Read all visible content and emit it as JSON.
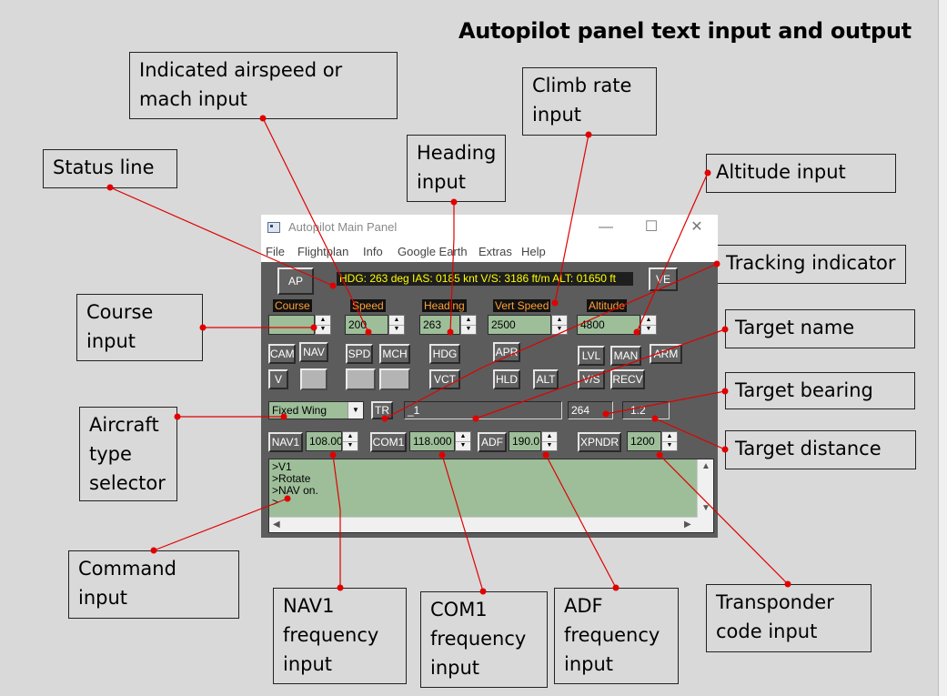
{
  "title": "Autopilot panel text input and output",
  "callouts": {
    "status_line": "Status line",
    "airspeed": "Indicated airspeed or\nmach input",
    "heading": "Heading\ninput",
    "climb_rate": "Climb rate\ninput",
    "altitude": "Altitude input",
    "tracking": "Tracking indicator",
    "target_name": "Target name",
    "target_bearing": "Target bearing",
    "target_distance": "Target distance",
    "course": "Course\ninput",
    "aircraft_type": "Aircraft\ntype\nselector",
    "command": "Command\ninput",
    "nav1": "NAV1\nfrequency\ninput",
    "com1": "COM1\nfrequency\ninput",
    "adf": "ADF\nfrequency\ninput",
    "transponder": "Transponder\ncode input"
  },
  "window": {
    "title": "Autopilot Main Panel",
    "controls": {
      "minimize": "—",
      "maximize": "☐",
      "close": "✕"
    },
    "menu": [
      "File",
      "Flightplan",
      "Info",
      "Google Earth",
      "Extras",
      "Help"
    ]
  },
  "panel": {
    "ap_button": "AP",
    "ve_button": "VE",
    "status_text": "HDG: 263 deg IAS: 0185 knt V/S: 3186 ft/m ALT: 01650 ft",
    "labels": {
      "course": "Course",
      "speed": "Speed",
      "heading": "Heading",
      "vert_speed": "Vert Speed",
      "altitude": "Altitude"
    },
    "values": {
      "course": "",
      "speed": "200",
      "heading": "263",
      "vert_speed": "2500",
      "altitude": "4800"
    },
    "buttons": {
      "cam": "CAM",
      "nav": "NAV",
      "spd": "SPD",
      "mch": "MCH",
      "hdg": "HDG",
      "apr": "APR",
      "lvl": "LVL",
      "man": "MAN",
      "arm": "ARM",
      "v": "V",
      "vct": "VCT",
      "hld": "HLD",
      "alt": "ALT",
      "vs": "V/S",
      "recv": "RECV",
      "tr": "TR",
      "nav1": "NAV1",
      "com1": "COM1",
      "adf": "ADF",
      "xpndr": "XPNDR"
    },
    "aircraft_type": "Fixed Wing",
    "target_name": "_1",
    "target_bearing": "264",
    "target_distance": "1.2",
    "nav1_freq": "108.00",
    "com1_freq": "118.000",
    "adf_freq": "190.0",
    "xpndr_code": "1200",
    "console_lines": [
      ">V1",
      ">Rotate",
      ">NAV on.",
      ">"
    ]
  },
  "icons": {
    "spin_up": "▲",
    "spin_down": "▼",
    "combo_arrow": "▼",
    "scroll_up": "▲",
    "scroll_down": "▼",
    "scroll_left": "◀",
    "scroll_right": "▶"
  }
}
